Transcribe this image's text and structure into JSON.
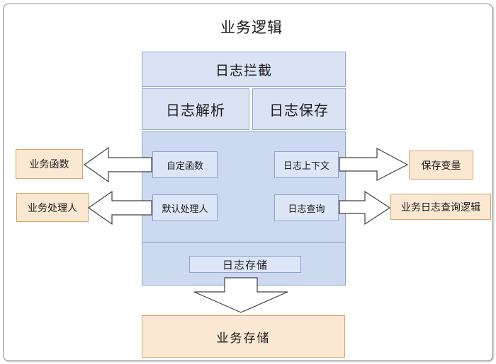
{
  "title": "业务逻辑",
  "interceptor": {
    "header": "日志拦截",
    "columns": [
      {
        "label": "日志解析"
      },
      {
        "label": "日志保存"
      }
    ],
    "modules": [
      {
        "label": "自定函数"
      },
      {
        "label": "日志上下文"
      },
      {
        "label": "默认处理人"
      },
      {
        "label": "日志查询"
      }
    ],
    "storage": {
      "label": "日志存储"
    }
  },
  "external": {
    "left": [
      {
        "label": "业务函数"
      },
      {
        "label": "业务处理人"
      }
    ],
    "right": [
      {
        "label": "保存变量"
      },
      {
        "label": "业务日志查询逻辑"
      }
    ],
    "bottom": {
      "label": "业务存储"
    }
  },
  "icons": {
    "left_top": "arrow-left-icon",
    "left_bottom": "arrow-left-icon",
    "right_top": "arrow-right-icon",
    "right_bottom": "arrow-right-icon",
    "down": "arrow-down-icon"
  },
  "colors": {
    "blue_fill": "#ccd9f0",
    "blue_fill_light": "#dce6f7",
    "blue_header_fill": "#dae3f4",
    "blue_border": "#8da5ce",
    "orange_fill": "#fbe8d3",
    "orange_border": "#d9a35f",
    "arrow_stroke": "#404040",
    "canvas_border": "#8c8c8c",
    "text": "#1a1a1a"
  }
}
